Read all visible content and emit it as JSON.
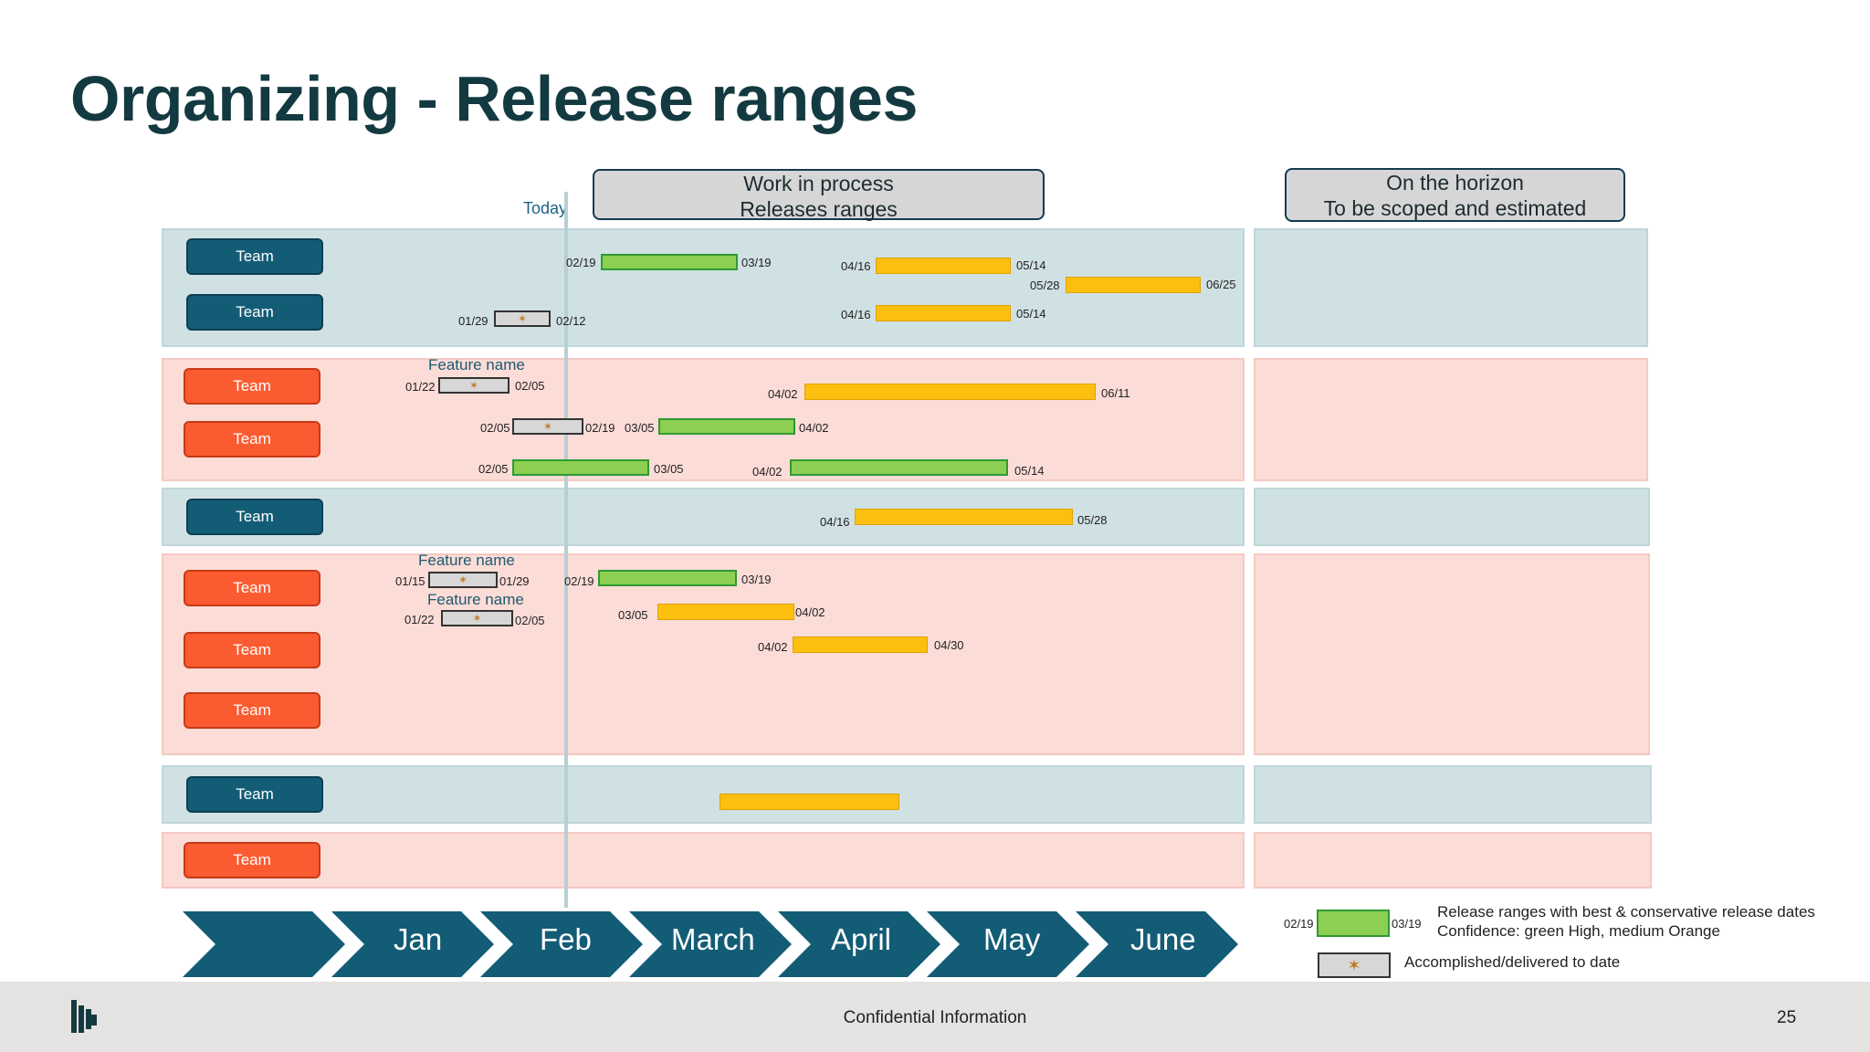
{
  "title": "Organizing - Release ranges",
  "header_wip": [
    "Work in process",
    "Releases ranges"
  ],
  "header_horizon": [
    "On the horizon",
    "To be scoped and estimated"
  ],
  "today_label": "Today",
  "teams": [
    "Team",
    "Team",
    "Team",
    "Team",
    "Team",
    "Team",
    "Team",
    "Team",
    "Team",
    "Team"
  ],
  "feature_name": "Feature name",
  "dates": {
    "r1a_start": "02/19",
    "r1a_end": "03/19",
    "r1b_start": "04/16",
    "r1b_end": "05/14",
    "r1c_start": "05/28",
    "r1c_end": "06/25",
    "r2a_start": "01/29",
    "r2a_end": "02/12",
    "r2b_start": "04/16",
    "r2b_end": "05/14",
    "r3a_start": "01/22",
    "r3a_end": "02/05",
    "r3b_start": "04/02",
    "r3b_end": "06/11",
    "r4a_start": "02/05",
    "r4a_end": "02/19",
    "r4b_start": "03/05",
    "r4b_end": "04/02",
    "r5a_start": "02/05",
    "r5a_end": "03/05",
    "r5b_start": "04/02",
    "r5b_end": "05/14",
    "r6_start": "04/16",
    "r6_end": "05/28",
    "r7a_start": "01/15",
    "r7a_end": "01/29",
    "r7b_start": "02/19",
    "r7b_end": "03/19",
    "r8a_start": "01/22",
    "r8a_end": "02/05",
    "r8b_start": "03/05",
    "r8b_end": "04/02",
    "r9_start": "04/02",
    "r9_end": "04/30"
  },
  "months": [
    "Jan",
    "Feb",
    "March",
    "April",
    "May",
    "June"
  ],
  "legend": {
    "range_start": "02/19",
    "range_end": "03/19",
    "range_text_1": "Release ranges with best & conservative release dates",
    "range_text_2": "Confidence: green High, medium Orange",
    "done_text": "Accomplished/delivered to date"
  },
  "footer": {
    "confidential": "Confidential Information",
    "page": "25"
  },
  "colors": {
    "navy": "#133a40",
    "team_blue": "#135c76",
    "team_red": "#fb5b30",
    "green": "#8ccf52",
    "orange": "#fbbf0f"
  }
}
